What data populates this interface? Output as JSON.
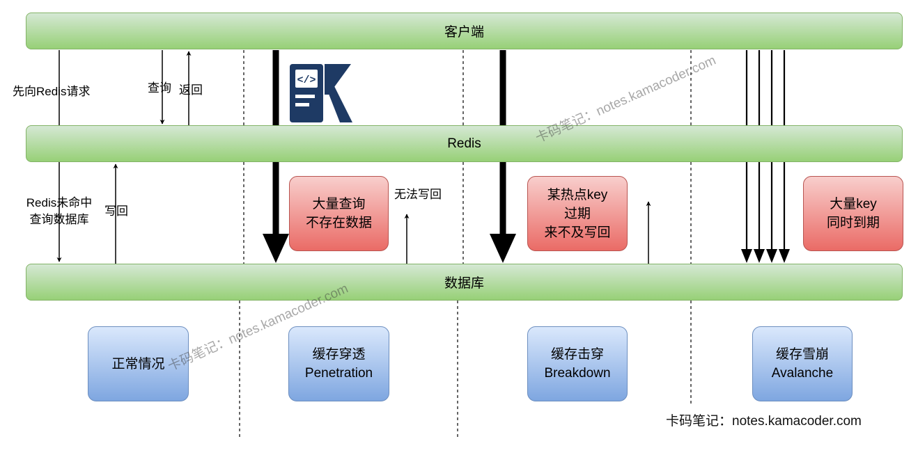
{
  "bars": {
    "client": "客户端",
    "redis": "Redis",
    "database": "数据库"
  },
  "labels": {
    "request_first": "先向Redis请求",
    "query": "查询",
    "return": "返回",
    "miss_line1": "Redis未命中",
    "miss_line2": "查询数据库",
    "writeback": "写回",
    "cannot_writeback": "无法写回"
  },
  "boxes": {
    "penetration_cause": [
      "大量查询",
      "不存在数据"
    ],
    "breakdown_cause": [
      "某热点key",
      "过期",
      "来不及写回"
    ],
    "avalanche_cause": [
      "大量key",
      "同时到期"
    ]
  },
  "scenarios": [
    [
      "正常情况"
    ],
    [
      "缓存穿透",
      "Penetration"
    ],
    [
      "缓存击穿",
      "Breakdown"
    ],
    [
      "缓存雪崩",
      "Avalanche"
    ]
  ],
  "watermark": "卡码笔记：notes.kamacoder.com",
  "logo_icon": "code-k-logo",
  "colors": {
    "green_fill_top": "#d5e8d4",
    "green_fill_bottom": "#97d077",
    "green_stroke": "#82b366",
    "red_fill_top": "#f8cecc",
    "red_fill_bottom": "#ea6b66",
    "red_stroke": "#b85450",
    "blue_fill_top": "#dae8fc",
    "blue_fill_bottom": "#7ea6e0",
    "blue_stroke": "#6c8ebf",
    "logo": "#1e3a64"
  }
}
